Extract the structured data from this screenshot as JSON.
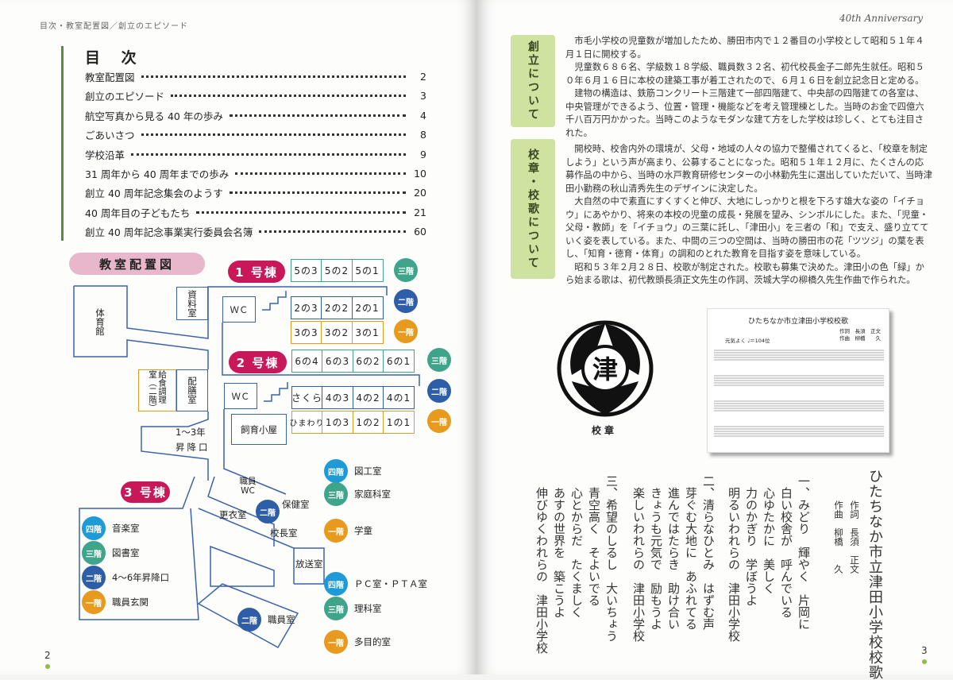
{
  "left_page": {
    "header": "目次・教室配置図／創立のエピソード",
    "toc_title": "目 次",
    "toc": [
      {
        "label": "教室配置図",
        "page": "2"
      },
      {
        "label": "創立のエピソード",
        "page": "3"
      },
      {
        "label": "航空写真から見る 40 年の歩み",
        "page": "4"
      },
      {
        "label": "ごあいさつ",
        "page": "8"
      },
      {
        "label": "学校沿革",
        "page": "9"
      },
      {
        "label": "31 周年から 40 周年までの歩み",
        "page": "10"
      },
      {
        "label": "創立 40 周年記念集会のようす",
        "page": "20"
      },
      {
        "label": "40 周年目の子どもたち",
        "page": "21"
      },
      {
        "label": "創立 40 周年記念事業実行委員会名簿",
        "page": "60"
      }
    ],
    "map": {
      "title": "教室配置図",
      "building1": "1 号棟",
      "building2": "2 号棟",
      "building3": "3 号棟",
      "b1_3f": [
        "5の3",
        "5の2",
        "5の1"
      ],
      "b1_2f": [
        "2の3",
        "2の2",
        "2の1"
      ],
      "b1_1f": [
        "3の3",
        "3の2",
        "3の1"
      ],
      "b2_3f": [
        "6の4",
        "6の3",
        "6の2",
        "6の1"
      ],
      "b2_2f": [
        "さくら",
        "4の3",
        "4の2",
        "4の1"
      ],
      "b2_1f": [
        "ひまわり",
        "1の3",
        "1の2",
        "1の1"
      ],
      "floors": {
        "f4": "四階",
        "f3": "三階",
        "f2": "二階",
        "f1": "一階"
      },
      "rooms": {
        "gym": "体育館",
        "archive": "資料室",
        "wc": "ＷＣ",
        "kitchen": "給食調理室（二階）",
        "serving": "配膳室",
        "entrance13": "1〜3年",
        "entrance13b": "昇降口",
        "hutch": "飼育小屋",
        "staff_wc": "職員WC",
        "locker": "更衣室",
        "health": "保健室",
        "principal": "校長室",
        "broadcast": "放送室"
      },
      "b3_list": [
        {
          "floor": "四階",
          "room": "音楽室"
        },
        {
          "floor": "三階",
          "room": "図書室"
        },
        {
          "floor": "二階",
          "room": "4〜6年昇降口"
        },
        {
          "floor": "一階",
          "room": "職員玄関"
        }
      ],
      "center_list": [
        {
          "floor": "四階",
          "room": "図工室"
        },
        {
          "floor": "三階",
          "room": "家庭科室"
        },
        {
          "floor": "一階",
          "room": "学童"
        },
        {
          "floor": "四階",
          "room": "ＰＣ室・ＰＴＡ室"
        },
        {
          "floor": "三階",
          "room": "理科室"
        },
        {
          "floor": "一階",
          "room": "多目的室"
        }
      ],
      "staffroom": {
        "floor": "二階",
        "room": "職員室"
      }
    },
    "page_number": "2"
  },
  "right_page": {
    "header": "40th Anniversary",
    "founding_label": "創立について",
    "founding_paragraphs": [
      "市毛小学校の児童数が増加したため、勝田市内で１２番目の小学校として昭和５１年４月１日に開校する。",
      "児童数６８６名、学級数１８学級、職員数３２名、初代校長金子二郎先生就任。昭和５０年６月１６日に本校の建築工事が着工されたので、６月１６日を創立記念日と定める。",
      "建物の構造は、鉄筋コンクリート三階建て一部四階建て、中央部の四階建ての各室は、中央管理ができるよう、位置・管理・機能などを考え管理棟とした。当時のお金で四億六千八百万円かかった。当時このようなモダンな建て方をした学校は珍しく、とても注目された。"
    ],
    "emblem_label": "校章・校歌について",
    "emblem_paragraphs": [
      "開校時、校舎内外の環境が、父母・地域の人々の協力で整備されてくると、「校章を制定しよう」という声が高まり、公募することになった。昭和５１年１２月に、たくさんの応募作品の中から、当時の水戸教育研修センターの小林勤先生に選出していただいて、当時津田小勤務の秋山清秀先生のデザインに決定した。",
      "大自然の中で素直にすくすくと伸び、大地にしっかりと根を下ろす雄大な姿の「イチョウ」にあやかり、将来の本校の児童の成長・発展を望み、シンボルにした。また、「児童・父母・教師」を「イチョウ」の三葉に託し、「津田小」を三者の「和」で支え、盛り立てていく姿を表している。また、中間の三つの空間は、当時の勝田市の花「ツツジ」の葉を表し、「知育・徳育・体育」の調和のとれた教育を目指す姿を意味している。",
      "昭和５３年２月２８日、校歌が制定された。校歌も募集で決めた。津田小の色「緑」から始まる歌は、初代教頭長須正文先生の作詞、茨城大学の柳橋久先生作曲で作られた。"
    ],
    "emblem_caption": "校章",
    "emblem_char": "津",
    "score": {
      "title": "ひたちなか市立津田小学校校歌",
      "tempo": "元気よく ♩＝104位",
      "lyricist": "作詞　長須　正文",
      "composer": "作曲　柳橋　　久"
    },
    "song": {
      "title": "ひたちなか市立津田小学校校歌",
      "lyricist": "作詞　長須　正文",
      "composer": "作曲　柳橋　　久",
      "verses": [
        [
          "一、みどり　輝やく　片岡に",
          "白い校舎が　呼んでいる",
          "心ゆたかに　美しく",
          "力のかぎり　学ぼうよ",
          "明るいわれらの　津田小学校"
        ],
        [
          "二、清らなひとみ　はずむ声",
          "芽ぐむ大地に　あふれてる",
          "進んではたらき　助け合い",
          "きょうも元気で　励もうよ",
          "楽しいわれらの　津田小学校"
        ],
        [
          "三、希望のしるし　大いちょう",
          "青空高く　そよいでる",
          "心とからだ　たくましく",
          "あすの世界を　築こうよ",
          "伸びゆくわれらの　津田小学校"
        ]
      ]
    },
    "page_number": "3"
  },
  "colors": {
    "floor4": "#1e9ad6",
    "floor3": "#3fa58a",
    "floor2": "#2f5ea8",
    "floor1": "#e79a1d",
    "building": "#c8185a",
    "accent_green": "#cfe3a0"
  }
}
